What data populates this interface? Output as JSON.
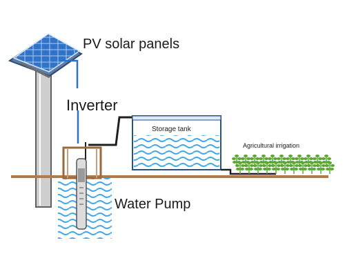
{
  "labels": {
    "solar_panels": "PV solar panels",
    "inverter": "Inverter",
    "storage_tank": "Storage tank",
    "irrigation": "Agricultural irrigation",
    "water_pump": "Water Pump"
  },
  "icons": {
    "panel": "solar-panel-icon",
    "pump": "submersible-pump-icon",
    "tank": "storage-tank-icon",
    "plants": "crop-plants-icon"
  },
  "colors": {
    "panel_blue": "#2f74c8",
    "panel_frame": "#6e8fb5",
    "pole": "#707070",
    "ground": "#b57a4a",
    "water": "#9fd0ef",
    "wave": "#3fa7e6",
    "wire_blue": "#2b6fce",
    "pipe": "#1f1f1f",
    "plant": "#5aa832",
    "tank_outline": "#2a4f8a"
  }
}
